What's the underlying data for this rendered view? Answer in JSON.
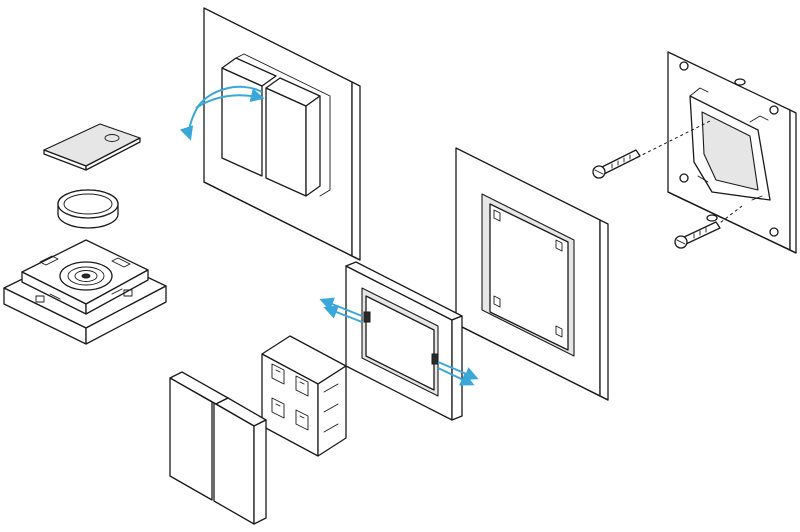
{
  "diagram": {
    "kind": "exploded-assembly",
    "components": [
      {
        "id": "battery-cover",
        "icon": "cover-plate-icon"
      },
      {
        "id": "coin-battery",
        "icon": "battery-icon"
      },
      {
        "id": "transmitter-base",
        "icon": "module-base-icon"
      },
      {
        "id": "assembled-switch-frame",
        "icon": "assembled-switch-icon"
      },
      {
        "id": "rocker-keys",
        "icon": "rocker-icon"
      },
      {
        "id": "switch-module",
        "icon": "switch-module-icon"
      },
      {
        "id": "intermediate-frame",
        "icon": "frame-icon"
      },
      {
        "id": "cover-frame",
        "icon": "frame-icon"
      },
      {
        "id": "mounting-plate",
        "icon": "mounting-plate-icon"
      },
      {
        "id": "screws",
        "icon": "screw-icon"
      }
    ],
    "arrow_color": "#3aa7d9",
    "line_color": "#1a1a1a"
  }
}
